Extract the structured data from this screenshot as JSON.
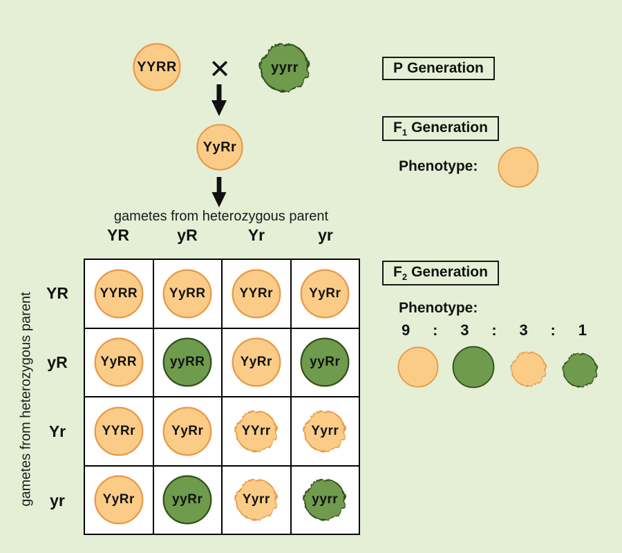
{
  "colors": {
    "background": "#e4efd6",
    "pea_yellow_fill": "#fbcc87",
    "pea_yellow_stroke": "#e89a49",
    "pea_green_fill": "#6f9b4d",
    "pea_green_stroke": "#35511f",
    "grid_line": "#000000"
  },
  "p_generation": {
    "label": {
      "prefix": "P",
      "rest": "Generation"
    },
    "parent1": {
      "genotype": "YYRR",
      "phenotype": "yellow-round",
      "css": "pea orange smooth"
    },
    "cross_symbol": "✕",
    "parent2": {
      "genotype": "yyrr",
      "phenotype": "green-wrinkled",
      "css": "pea green wrinkled"
    }
  },
  "f1_generation": {
    "label": {
      "prefix": "F",
      "sub": "1",
      "rest": "Generation"
    },
    "hybrid": {
      "genotype": "YyRr",
      "phenotype": "yellow-round",
      "css": "pea orange smooth"
    },
    "phenotype_label": "Phenotype:",
    "phenotype_pea": {
      "phenotype": "yellow-round",
      "css": "pea orange smooth"
    }
  },
  "punnett": {
    "top_axis_label": "gametes from heterozygous parent",
    "left_axis_label": "gametes from heterozygous parent",
    "col_headers": [
      "YR",
      "yR",
      "Yr",
      "yr"
    ],
    "row_headers": [
      "YR",
      "yR",
      "Yr",
      "yr"
    ],
    "cells": [
      {
        "genotype": "YYRR",
        "phenotype": "yellow-round",
        "css": "pea orange smooth"
      },
      {
        "genotype": "YyRR",
        "phenotype": "yellow-round",
        "css": "pea orange smooth"
      },
      {
        "genotype": "YYRr",
        "phenotype": "yellow-round",
        "css": "pea orange smooth"
      },
      {
        "genotype": "YyRr",
        "phenotype": "yellow-round",
        "css": "pea orange smooth"
      },
      {
        "genotype": "YyRR",
        "phenotype": "yellow-round",
        "css": "pea orange smooth"
      },
      {
        "genotype": "yyRR",
        "phenotype": "green-round",
        "css": "pea green smooth"
      },
      {
        "genotype": "YyRr",
        "phenotype": "yellow-round",
        "css": "pea orange smooth"
      },
      {
        "genotype": "yyRr",
        "phenotype": "green-round",
        "css": "pea green smooth"
      },
      {
        "genotype": "YYRr",
        "phenotype": "yellow-round",
        "css": "pea orange smooth"
      },
      {
        "genotype": "YyRr",
        "phenotype": "yellow-round",
        "css": "pea orange smooth"
      },
      {
        "genotype": "YYrr",
        "phenotype": "yellow-wrinkled",
        "css": "pea orange wrinkled"
      },
      {
        "genotype": "Yyrr",
        "phenotype": "yellow-wrinkled",
        "css": "pea orange wrinkled"
      },
      {
        "genotype": "YyRr",
        "phenotype": "yellow-round",
        "css": "pea orange smooth"
      },
      {
        "genotype": "yyRr",
        "phenotype": "green-round",
        "css": "pea green smooth"
      },
      {
        "genotype": "Yyrr",
        "phenotype": "yellow-wrinkled",
        "css": "pea orange wrinkled"
      },
      {
        "genotype": "yyrr",
        "phenotype": "green-wrinkled",
        "css": "pea green wrinkled"
      }
    ]
  },
  "f2_generation": {
    "label": {
      "prefix": "F",
      "sub": "2",
      "rest": "Generation"
    },
    "phenotype_label": "Phenotype:",
    "ratio": [
      "9",
      ":",
      "3",
      ":",
      "3",
      ":",
      "1"
    ],
    "phenotypes": [
      {
        "phenotype": "yellow-round",
        "css": "pea orange smooth"
      },
      {
        "phenotype": "green-round",
        "css": "pea green smooth"
      },
      {
        "phenotype": "yellow-wrinkled",
        "css": "pea orange wrinkled"
      },
      {
        "phenotype": "green-wrinkled",
        "css": "pea green wrinkled"
      }
    ]
  }
}
